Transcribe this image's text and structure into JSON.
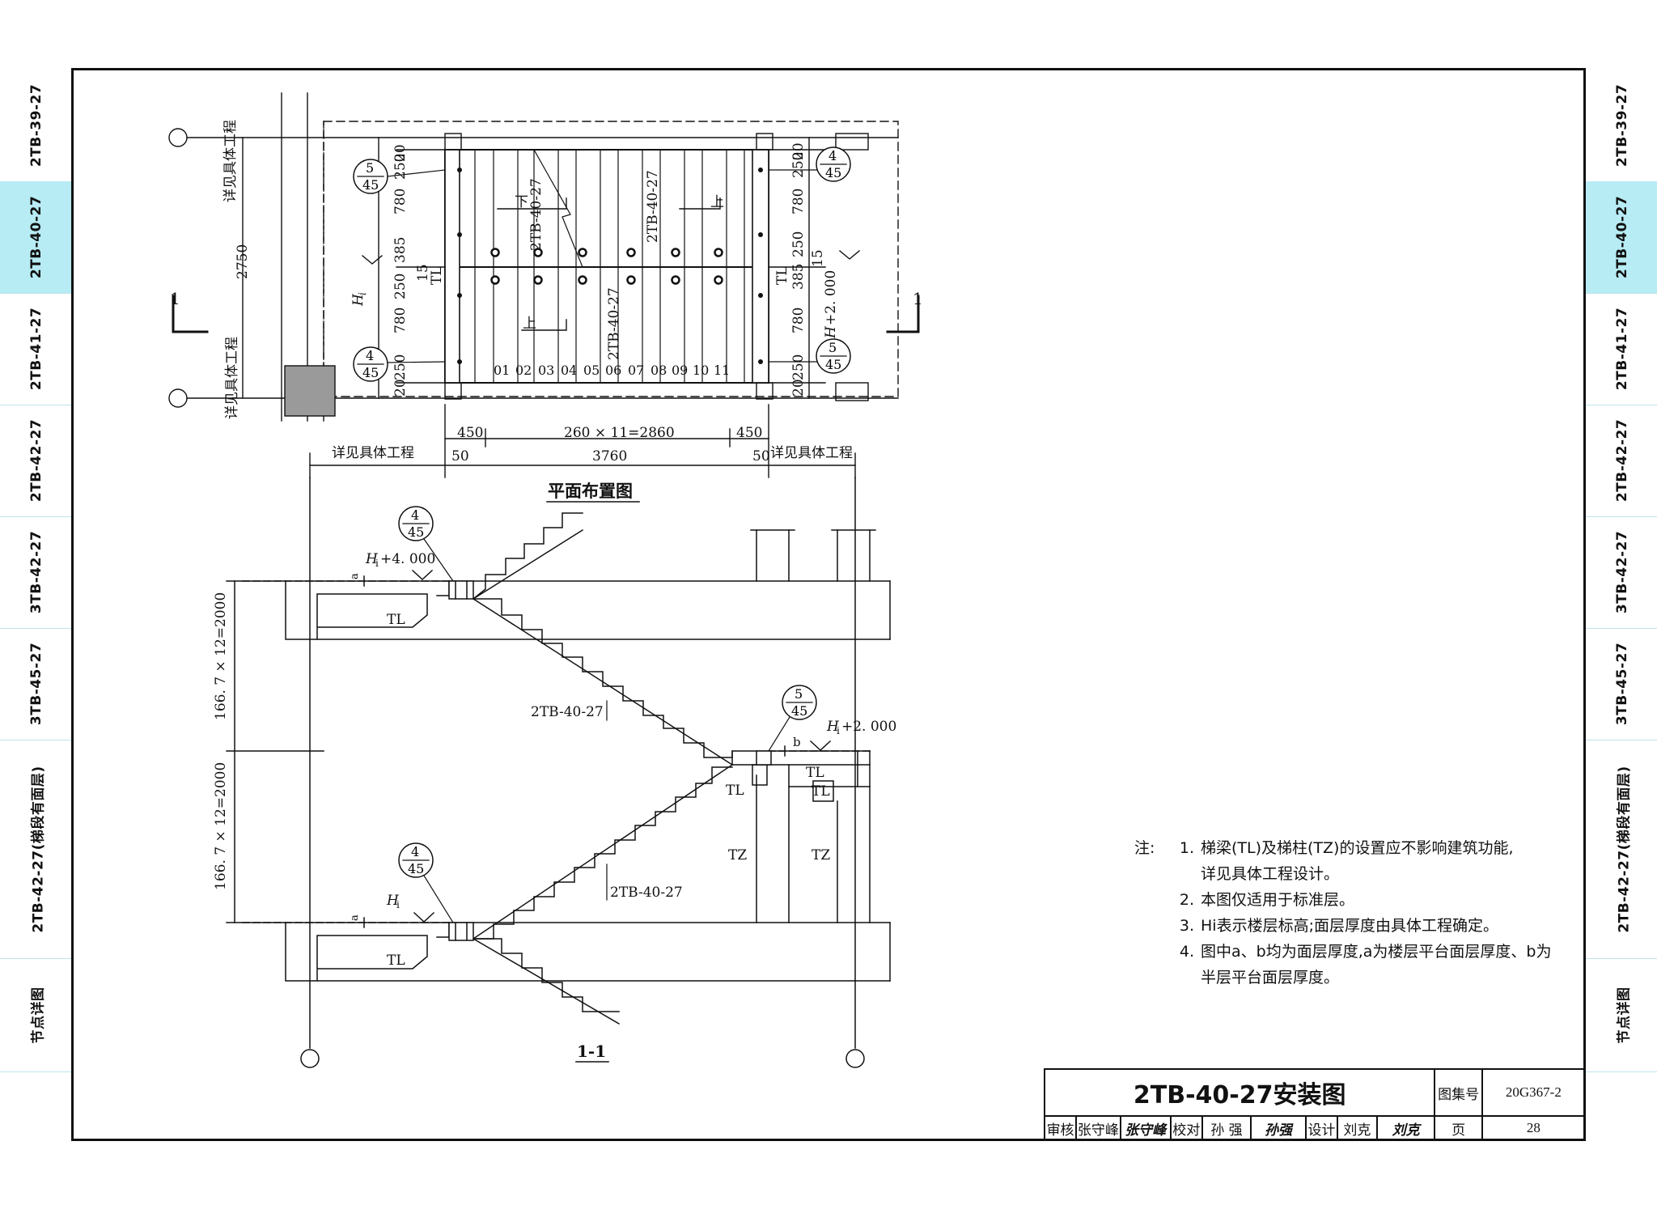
{
  "side_tabs": [
    {
      "label": "2TB-39-27",
      "active": false
    },
    {
      "label": "2TB-40-27",
      "active": true
    },
    {
      "label": "2TB-41-27",
      "active": false
    },
    {
      "label": "2TB-42-27",
      "active": false
    },
    {
      "label": "3TB-42-27",
      "active": false
    },
    {
      "label": "3TB-45-27",
      "active": false
    },
    {
      "label": "2TB-42-27(梯段有面层)",
      "active": false
    },
    {
      "label": "节点详图",
      "active": false
    }
  ],
  "plan": {
    "title": "平面布置图",
    "section_mark": "1",
    "see_project": "详见具体工程",
    "see_project_vertical": "详见具体工程",
    "dims_left": [
      "20",
      "250",
      "780",
      "385",
      "250",
      "780",
      "250",
      "20"
    ],
    "dim_2750": "2750",
    "dim_15": "15",
    "dims_right": [
      "20",
      "250",
      "780",
      "250",
      "385",
      "780",
      "250",
      "20"
    ],
    "dims_bottom": [
      "450",
      "260 × 11=2860",
      "450"
    ],
    "dims_bottom2": [
      "50",
      "3760",
      "50"
    ],
    "stair_labels": [
      "2TB-40-27",
      "2TB-40-27",
      "2TB-40-27"
    ],
    "down": "下",
    "up": "上",
    "tl": "TL",
    "hi_left": "H",
    "hi_sub": "i",
    "hi_right": "+2. 000",
    "step_numbers": [
      "01",
      "02",
      "03",
      "04",
      "05",
      "06",
      "07",
      "08",
      "09",
      "10",
      "11"
    ],
    "callouts": [
      {
        "top": "5",
        "bottom": "45"
      },
      {
        "top": "4",
        "bottom": "45"
      },
      {
        "top": "4",
        "bottom": "45"
      },
      {
        "top": "5",
        "bottom": "45"
      }
    ]
  },
  "section": {
    "title": "1-1",
    "hi_top": "+4. 000",
    "hi_mid": "+2. 000",
    "dim_upper": "166. 7 × 12=2000",
    "dim_lower": "166. 7 × 12=2000",
    "stair_label": "2TB-40-27",
    "tl": "TL",
    "tz": "TZ",
    "a": "a",
    "b": "b",
    "callouts": [
      {
        "top": "4",
        "bottom": "45"
      },
      {
        "top": "5",
        "bottom": "45"
      },
      {
        "top": "4",
        "bottom": "45"
      }
    ]
  },
  "notes": {
    "heading": "注:",
    "items": [
      {
        "num": "1.",
        "text": "梯梁(TL)及梯柱(TZ)的设置应不影响建筑功能,",
        "cont": "详见具体工程设计。"
      },
      {
        "num": "2.",
        "text": "本图仅适用于标准层。",
        "cont": ""
      },
      {
        "num": "3.",
        "text": "Hi表示楼层标高;面层厚度由具体工程确定。",
        "cont": ""
      },
      {
        "num": "4.",
        "text": "图中a、b均为面层厚度,a为楼层平台面层厚度、b为",
        "cont": "半层平台面层厚度。"
      }
    ]
  },
  "title_block": {
    "title": "2TB-40-27安装图",
    "atlas_label": "图集号",
    "atlas_no": "20G367-2",
    "review": "审核",
    "reviewer": "张守峰",
    "reviewer_sig": "张守峰",
    "check": "校对",
    "checker": "孙 强",
    "checker_sig": "孙强",
    "design": "设计",
    "designer": "刘克",
    "designer_sig": "刘克",
    "page_label": "页",
    "page_no": "28"
  }
}
